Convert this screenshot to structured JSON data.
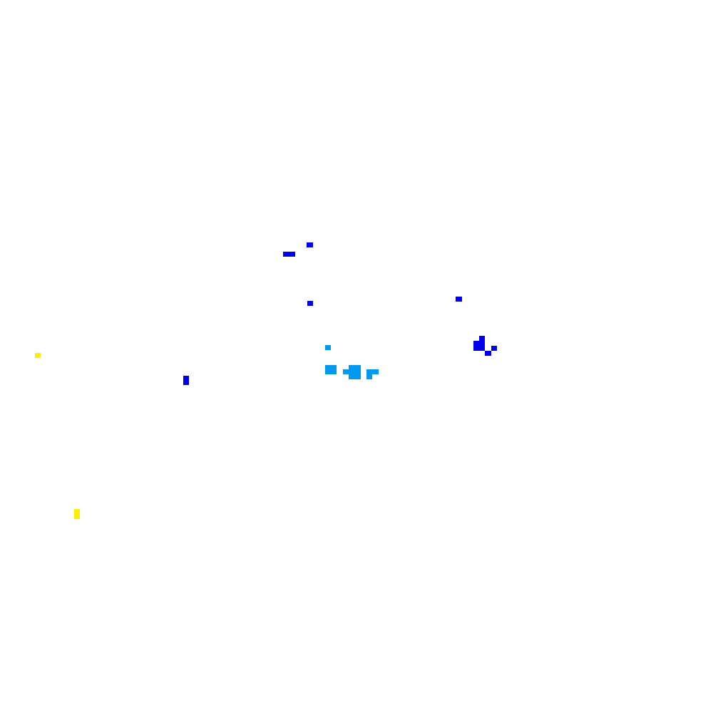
{
  "palette": {
    "background": "#ffffff",
    "blue": "#0000ee",
    "light_blue": "#0099ee",
    "yellow": "#ffee00"
  },
  "markers": [
    {
      "color": "blue"
    },
    {
      "color": "blue"
    },
    {
      "color": "blue"
    },
    {
      "color": "blue"
    },
    {
      "color": "blue"
    },
    {
      "color": "blue"
    },
    {
      "color": "blue"
    },
    {
      "color": "blue"
    },
    {
      "color": "blue"
    },
    {
      "color": "blue"
    },
    {
      "color": "light_blue"
    },
    {
      "color": "light_blue"
    },
    {
      "color": "light_blue"
    },
    {
      "color": "light_blue"
    },
    {
      "color": "light_blue"
    },
    {
      "color": "light_blue"
    },
    {
      "color": "yellow"
    },
    {
      "color": "yellow"
    }
  ]
}
